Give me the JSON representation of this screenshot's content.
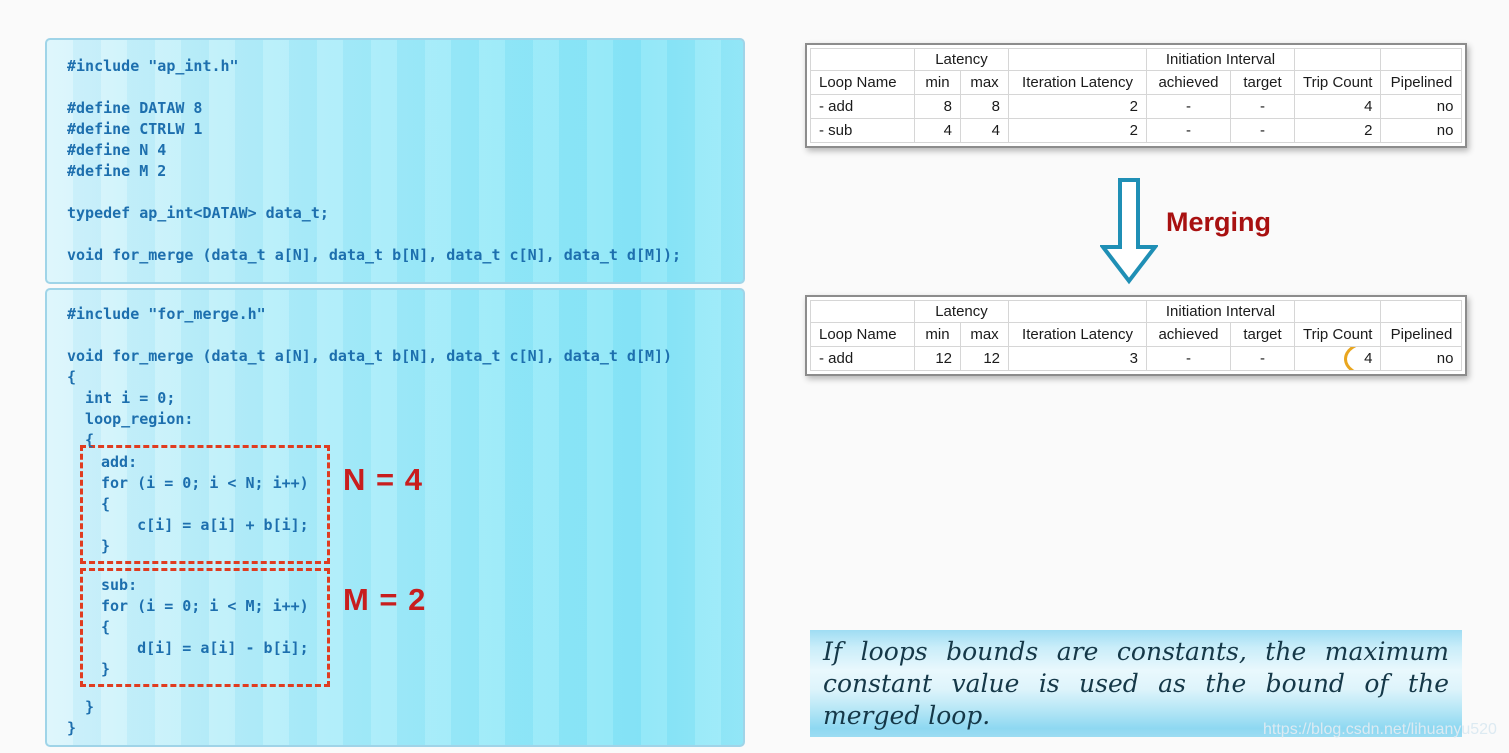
{
  "panels": {
    "header": {
      "lines": [
        "#include \"ap_int.h\"",
        "",
        "#define DATAW 8",
        "#define CTRLW 1",
        "#define N 4",
        "#define M 2",
        "",
        "typedef ap_int<DATAW> data_t;",
        "",
        "void for_merge (data_t a[N], data_t b[N], data_t c[N], data_t d[M]);"
      ]
    },
    "source": {
      "pre_lines": [
        "#include \"for_merge.h\"",
        "",
        "void for_merge (data_t a[N], data_t b[N], data_t c[N], data_t d[M])",
        "{",
        "  int i = 0;",
        "  loop_region:",
        "  {"
      ],
      "add_loop_lines": [
        "add:",
        "for (i = 0; i < N; i++)",
        "{",
        "    c[i] = a[i] + b[i];",
        "}"
      ],
      "sub_loop_lines": [
        "sub:",
        "for (i = 0; i < M; i++)",
        "{",
        "    d[i] = a[i] - b[i];",
        "}"
      ],
      "post_lines": [
        "  }",
        "}"
      ]
    }
  },
  "annotations": {
    "n_label": "N = 4",
    "m_label": "M = 2",
    "merging_label": "Merging",
    "down_arrow_icon": "down-arrow"
  },
  "tables": {
    "group_headers": [
      {
        "label": "",
        "span": 1
      },
      {
        "label": "Latency",
        "span": 2
      },
      {
        "label": "",
        "span": 1
      },
      {
        "label": "Initiation Interval",
        "span": 2
      },
      {
        "label": "",
        "span": 1
      },
      {
        "label": "",
        "span": 1
      }
    ],
    "columns": [
      "Loop Name",
      "min",
      "max",
      "Iteration Latency",
      "achieved",
      "target",
      "Trip Count",
      "Pipelined"
    ],
    "align": [
      "left",
      "right",
      "right",
      "right",
      "center",
      "center",
      "right",
      "right"
    ],
    "before": {
      "rows": [
        [
          "- add",
          "8",
          "8",
          "2",
          "-",
          "-",
          "4",
          "no"
        ],
        [
          "- sub",
          "4",
          "4",
          "2",
          "-",
          "-",
          "2",
          "no"
        ]
      ]
    },
    "after": {
      "rows": [
        [
          "- add",
          "12",
          "12",
          "3",
          "-",
          "-",
          "4",
          "no"
        ]
      ],
      "circled": {
        "row": 0,
        "col": 6
      }
    }
  },
  "note": {
    "lines": [
      "If loops bounds are constants, the maximum",
      "constant value is used as the bound of the",
      "merged loop."
    ]
  },
  "watermark": "https://blog.csdn.net/lihuanyu520",
  "colors": {
    "code_text": "#1d6fae",
    "panel_border": "#9fd4e8",
    "loop_box_border": "#e03c20",
    "annotation_red": "#c81e1e",
    "merging_red": "#a81010",
    "arrow_teal": "#1f8fb5",
    "circle_orange": "#e9a61f"
  }
}
